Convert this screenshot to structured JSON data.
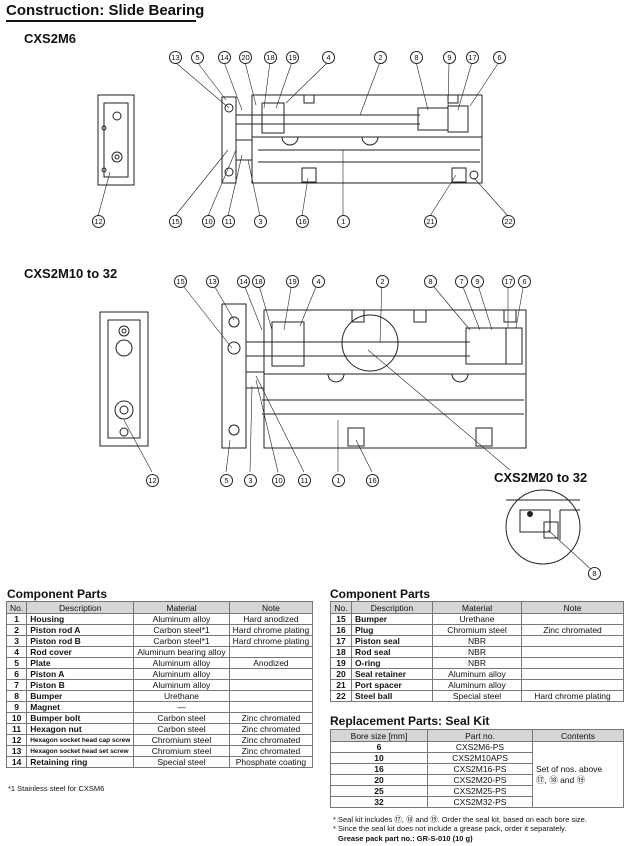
{
  "page": {
    "title": "Construction: Slide Bearing"
  },
  "drawings": {
    "top_model": "CXS2M6",
    "bottom_model": "CXS2M10 to 32",
    "detail_model": "CXS2M20 to 32",
    "top_callouts": [
      "13",
      "5",
      "14",
      "20",
      "18",
      "19",
      "4",
      "2",
      "8",
      "9",
      "17",
      "6",
      "12",
      "15",
      "10",
      "11",
      "3",
      "16",
      "1",
      "21",
      "22"
    ],
    "bottom_callouts": [
      "15",
      "13",
      "14",
      "18",
      "19",
      "4",
      "2",
      "8",
      "7",
      "9",
      "17",
      "6",
      "12",
      "5",
      "3",
      "10",
      "11",
      "1",
      "16"
    ],
    "detail_callouts": [
      "8"
    ]
  },
  "component_parts_left": {
    "title": "Component Parts",
    "headers": [
      "No.",
      "Description",
      "Material",
      "Note"
    ],
    "rows": [
      [
        "1",
        "Housing",
        "Aluminum alloy",
        "Hard anodized"
      ],
      [
        "2",
        "Piston rod A",
        "Carbon steel*1",
        "Hard chrome plating"
      ],
      [
        "3",
        "Piston rod B",
        "Carbon steel*1",
        "Hard chrome plating"
      ],
      [
        "4",
        "Rod cover",
        "Aluminum bearing alloy",
        ""
      ],
      [
        "5",
        "Plate",
        "Aluminum alloy",
        "Anodized"
      ],
      [
        "6",
        "Piston A",
        "Aluminum alloy",
        ""
      ],
      [
        "7",
        "Piston B",
        "Aluminum alloy",
        ""
      ],
      [
        "8",
        "Bumper",
        "Urethane",
        ""
      ],
      [
        "9",
        "Magnet",
        "—",
        ""
      ],
      [
        "10",
        "Bumper bolt",
        "Carbon steel",
        "Zinc chromated"
      ],
      [
        "11",
        "Hexagon nut",
        "Carbon steel",
        "Zinc chromated"
      ],
      [
        "12",
        "Hexagon socket head cap screw",
        "Chromium steel",
        "Zinc chromated"
      ],
      [
        "13",
        "Hexagon socket head set screw",
        "Chromium steel",
        "Zinc chromated"
      ],
      [
        "14",
        "Retaining ring",
        "Special steel",
        "Phosphate coating"
      ]
    ],
    "footnote": "*1  Stainless steel for CXSM6"
  },
  "component_parts_right": {
    "title": "Component Parts",
    "headers": [
      "No.",
      "Description",
      "Material",
      "Note"
    ],
    "rows": [
      [
        "15",
        "Bumper",
        "Urethane",
        ""
      ],
      [
        "16",
        "Plug",
        "Chromium steel",
        "Zinc chromated"
      ],
      [
        "17",
        "Piston seal",
        "NBR",
        ""
      ],
      [
        "18",
        "Rod seal",
        "NBR",
        ""
      ],
      [
        "19",
        "O-ring",
        "NBR",
        ""
      ],
      [
        "20",
        "Seal retainer",
        "Aluminum alloy",
        ""
      ],
      [
        "21",
        "Port spacer",
        "Aluminum alloy",
        ""
      ],
      [
        "22",
        "Steel ball",
        "Special steel",
        "Hard chrome plating"
      ]
    ]
  },
  "seal_kit": {
    "title": "Replacement Parts: Seal Kit",
    "headers": [
      "Bore size [mm]",
      "Part no.",
      "Contents"
    ],
    "rows": [
      [
        "6",
        "CXS2M6-PS"
      ],
      [
        "10",
        "CXS2M10APS"
      ],
      [
        "16",
        "CXS2M16-PS"
      ],
      [
        "20",
        "CXS2M20-PS"
      ],
      [
        "25",
        "CXS2M25-PS"
      ],
      [
        "32",
        "CXS2M32-PS"
      ]
    ],
    "contents_line1": "Set of nos. above",
    "contents_line2": "⑰, ⑱ and ⑲",
    "note1": "* Seal kit includes ⑰, ⑱ and ⑲. Order the seal kit, based on each bore size.",
    "note2": "* Since the seal kit does not include a grease pack, order it separately.",
    "note3": "Grease pack part no.: GR-S-010 (10 g)"
  }
}
